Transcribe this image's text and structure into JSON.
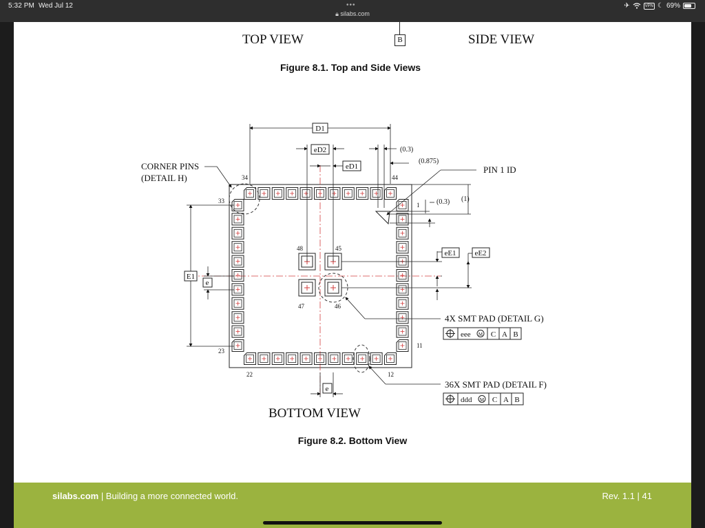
{
  "status_bar": {
    "time": "5:32 PM",
    "date": "Wed Jul 12",
    "url": "silabs.com",
    "battery": "69%",
    "vpn_label": "VPN",
    "icons": [
      "airplane-icon",
      "wifi-icon",
      "vpn-icon",
      "moon-icon",
      "battery-icon"
    ]
  },
  "figure_1": {
    "top_view": "TOP VIEW",
    "side_view": "SIDE VIEW",
    "datum": "B",
    "caption": "Figure 8.1.  Top and Side Views"
  },
  "figure_2": {
    "caption": "Figure 8.2.  Bottom View",
    "title": "BOTTOM VIEW",
    "dims": {
      "d1": "D1",
      "ed2": "eD2",
      "ed1": "eD1",
      "e1": "E1",
      "e": "e",
      "ee1": "eE1",
      "ee2": "eE2",
      "p03_top": "(0.3)",
      "p0875": "(0.875)",
      "p03_right": "(0.3)",
      "p1": "(1)"
    },
    "callouts": {
      "corner_pins_1": "CORNER PINS",
      "corner_pins_2": "(DETAIL H)",
      "pin1_id": "PIN 1 ID",
      "smt4x": "4X  SMT PAD (DETAIL G)",
      "smt36x": "36X  SMT PAD (DETAIL F)"
    },
    "fcf_1": [
      "eee",
      "C",
      "A",
      "B"
    ],
    "fcf_2": [
      "ddd",
      "C",
      "A",
      "B"
    ],
    "pin_numbers": {
      "p34": "34",
      "p44": "44",
      "p33": "33",
      "p1": "1",
      "p48": "48",
      "p45": "45",
      "p47": "47",
      "p46": "46",
      "p23": "23",
      "p11": "11",
      "p22": "22",
      "p12": "12"
    }
  },
  "footer": {
    "site": "silabs.com",
    "tagline": " | Building a more connected world.",
    "revision": "Rev. 1.1  |  41"
  },
  "colors": {
    "footer_bg": "#9bb33f",
    "centerline": "#d23c3c",
    "status_bar_bg": "#2e2e2e"
  }
}
